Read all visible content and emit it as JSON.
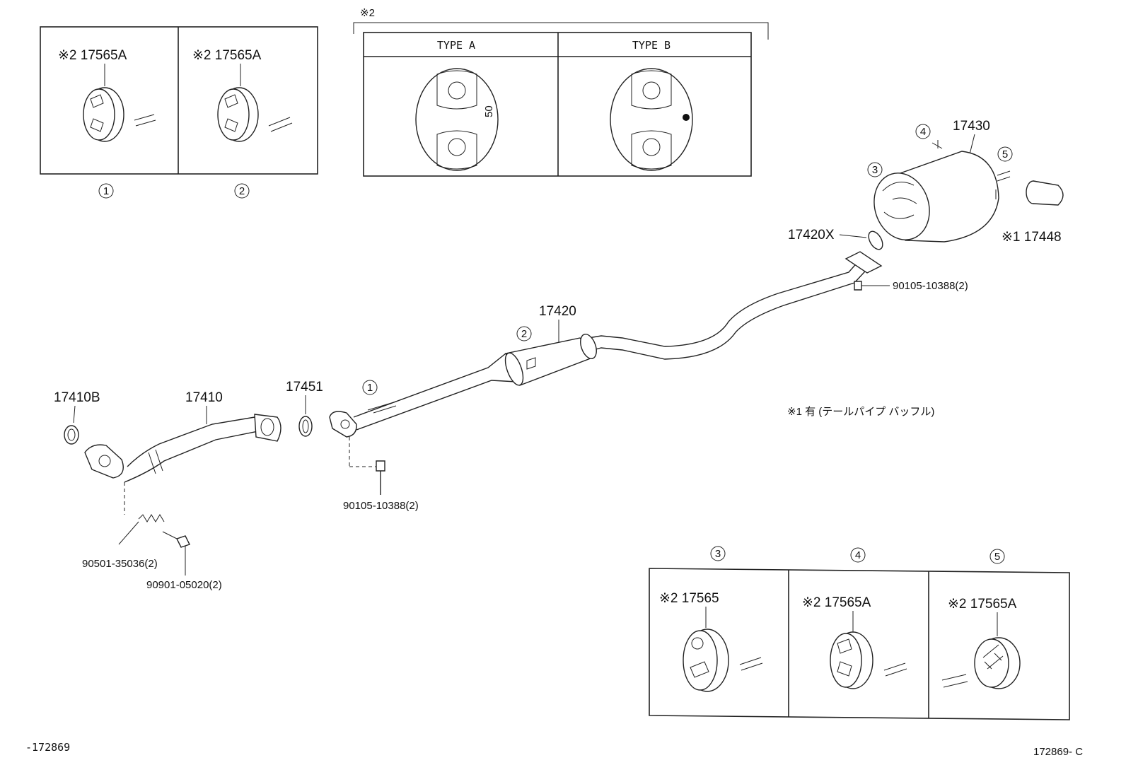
{
  "labels": {
    "tl1": "※2 17565A",
    "tl2": "※2 17565A",
    "tl_circ1": "1",
    "tl_circ2": "2",
    "type_note": "※2",
    "type_a": "TYPE A",
    "type_b": "TYPE B",
    "type_a_mark": "50",
    "p17430": "17430",
    "c4": "4",
    "c5": "5",
    "c3": "3",
    "p17420x": "17420X",
    "p117448": "※1 17448",
    "p90105_right": "90105-10388(2)",
    "p17420": "17420",
    "c2": "2",
    "c1": "1",
    "p17451": "17451",
    "p17410b": "17410B",
    "p17410": "17410",
    "p90105_mid": "90105-10388(2)",
    "p90501": "90501-35036(2)",
    "p90901": "90901-05020(2)",
    "note_jp": "※1 有 (テールパイプ バッフル)",
    "br_c3": "3",
    "br_c4": "4",
    "br_c5": "5",
    "br_l3": "※2 17565",
    "br_l4": "※2 17565A",
    "br_l5": "※2 17565A",
    "code_left": "-172869",
    "code_right": "172869- C"
  }
}
